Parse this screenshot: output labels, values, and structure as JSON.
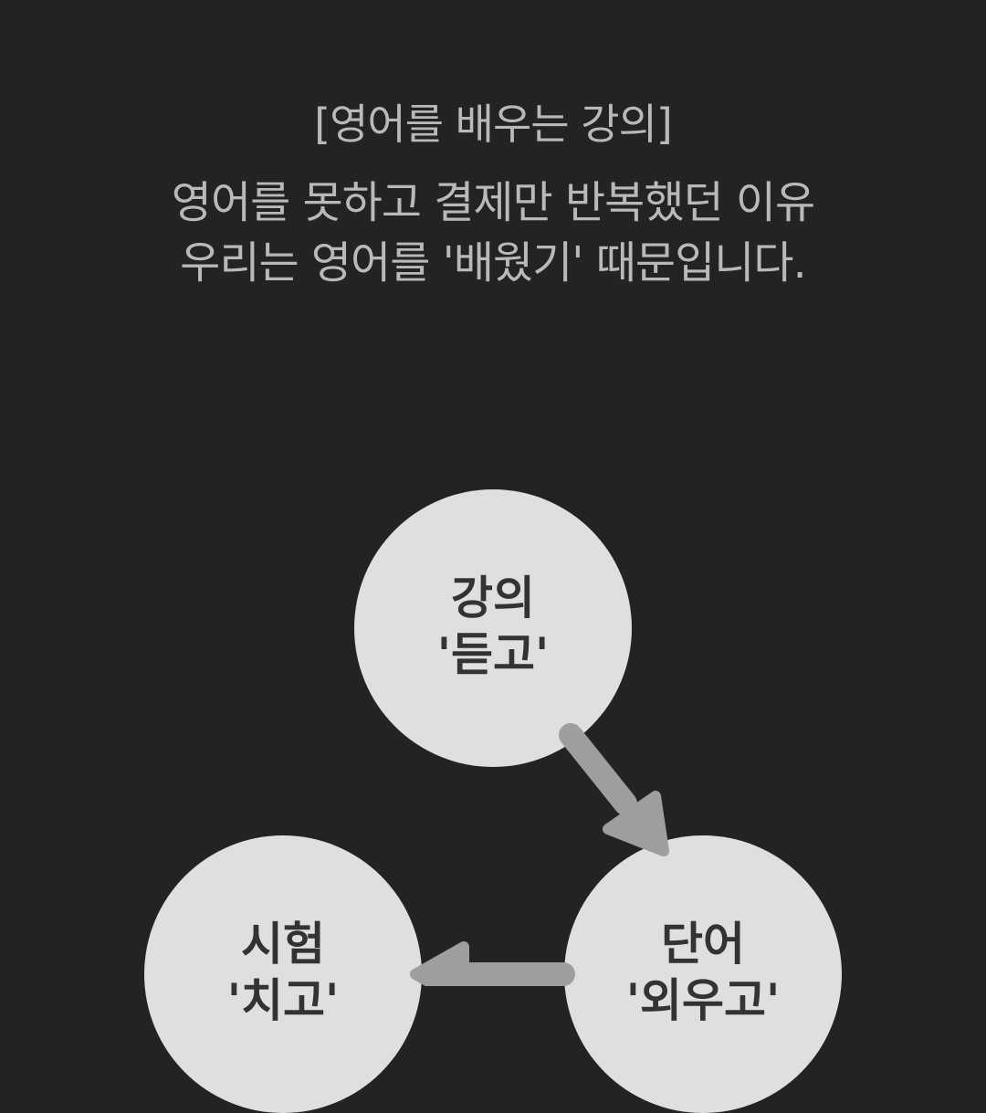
{
  "header": {
    "subtitle": "[영어를 배우는 강의]",
    "line1": "영어를 못하고 결제만 반복했던 이유",
    "line2": "우리는 영어를 '배웠기' 때문입니다."
  },
  "cycle": [
    {
      "line1": "강의",
      "line2": "'듣고'"
    },
    {
      "line1": "단어",
      "line2": "'외우고'"
    },
    {
      "line1": "시험",
      "line2": "'치고'"
    }
  ],
  "colors": {
    "background": "#232323",
    "circle": "#dfdfdf",
    "arrow": "#9e9e9e"
  }
}
